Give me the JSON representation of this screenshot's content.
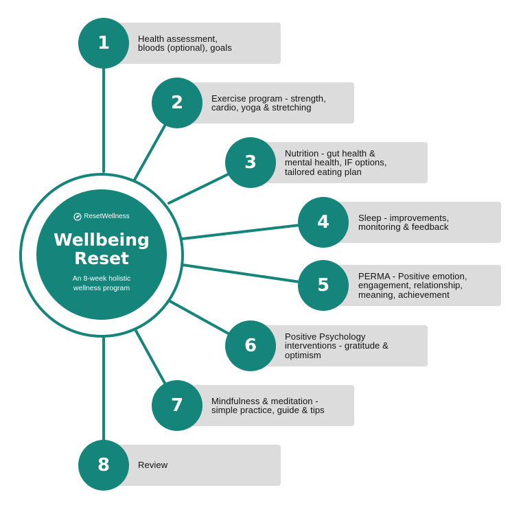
{
  "hub": {
    "brand": "ResetWellness",
    "title_line1": "Wellbeing",
    "title_line2": "Reset",
    "subtitle_line1": "An 8-week holistic",
    "subtitle_line2": "wellness program"
  },
  "steps": [
    {
      "number": "1",
      "text": "Health assessment,\nbloods (optional), goals"
    },
    {
      "number": "2",
      "text": "Exercise program - strength,\ncardio, yoga & stretching"
    },
    {
      "number": "3",
      "text": "Nutrition - gut health &\nmental health, IF options,\ntailored eating plan"
    },
    {
      "number": "4",
      "text": "Sleep - improvements,\nmonitoring & feedback"
    },
    {
      "number": "5",
      "text": "PERMA - Positive emotion,\nengagement, relationship,\nmeaning, achievement"
    },
    {
      "number": "6",
      "text": "Positive Psychology\ninterventions - gratitude &\noptimism"
    },
    {
      "number": "7",
      "text": "Mindfulness & meditation -\nsimple practice, guide & tips"
    },
    {
      "number": "8",
      "text": "Review"
    }
  ],
  "colors": {
    "teal": "#15857b",
    "pill": "#dcdcdc",
    "text": "#111111"
  }
}
